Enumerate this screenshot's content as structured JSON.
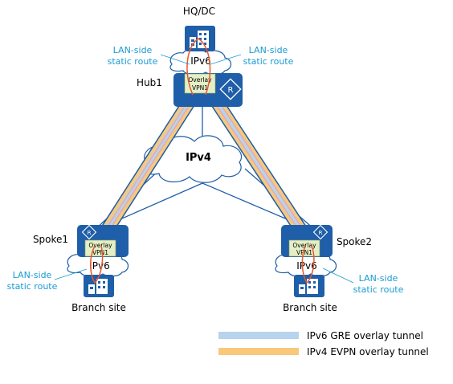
{
  "labels": {
    "hq": "HQ/DC",
    "hub": "Hub1",
    "spoke1": "Spoke1",
    "spoke2": "Spoke2",
    "branch1": "Branch site",
    "branch2": "Branch site",
    "ipv4": "IPv4",
    "ipv6_hub": "IPv6",
    "ipv6_spoke1": "IPv6",
    "ipv6_spoke2": "IPv6",
    "overlay_hub_1": "Overlay",
    "overlay_hub_2": "VPN1",
    "overlay_s1_1": "Overlay",
    "overlay_s1_2": "VPN1",
    "overlay_s2_1": "Overlay",
    "overlay_s2_2": "VPN1",
    "lan_hq_left_1": "LAN-side",
    "lan_hq_left_2": "static route",
    "lan_hq_right_1": "LAN-side",
    "lan_hq_right_2": "static route",
    "lan_s1_1": "LAN-side",
    "lan_s1_2": "static route",
    "lan_s2_1": "LAN-side",
    "lan_s2_2": "static route",
    "router_glyph": "R"
  },
  "legend": [
    {
      "label": "IPv6 GRE overlay tunnel",
      "color": "#b7d3ee"
    },
    {
      "label": "IPv4 EVPN overlay tunnel",
      "color": "#f9c87a"
    }
  ],
  "colors": {
    "device_blue": "#1f5ea8",
    "link_blue": "#1f5ea8",
    "annotation_blue": "#1a9bd3",
    "route_orange": "#e8582a",
    "overlay_box": "#e4efc7",
    "tunnel_blue": "#b7d3ee",
    "tunnel_orange": "#f9c87a",
    "tunnel_pink": "#f1a69a"
  },
  "icons": {
    "hq_site": "building-icon",
    "branch_site": "building-icon",
    "device": "router-icon"
  }
}
